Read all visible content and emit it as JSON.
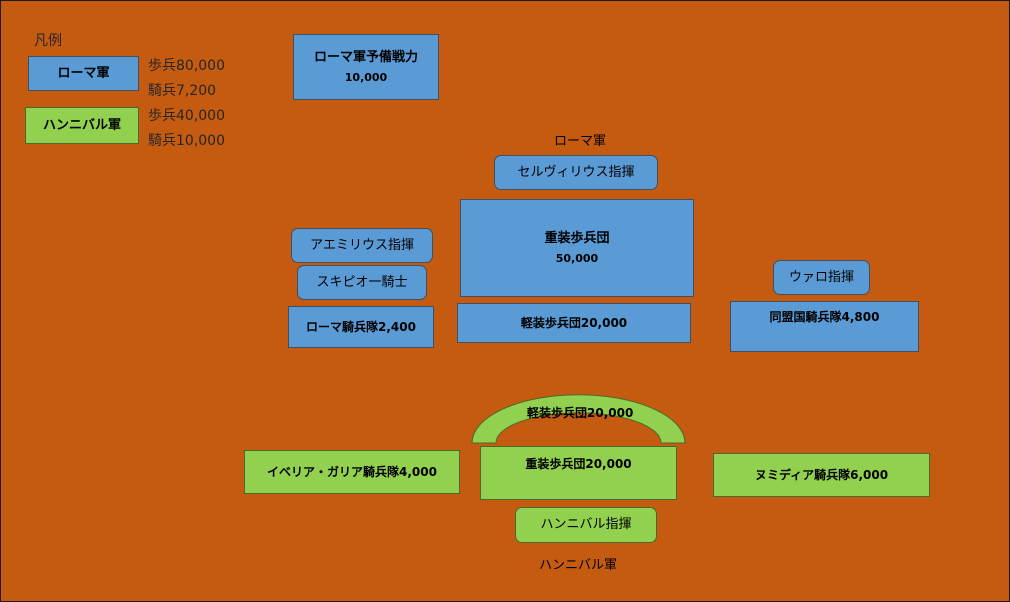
{
  "legend": {
    "title": "凡例",
    "roman": {
      "label": "ローマ軍",
      "infantry": "歩兵80,000",
      "cavalry": "騎兵7,200"
    },
    "hannibal": {
      "label": "ハンニバル軍",
      "infantry": "歩兵40,000",
      "cavalry": "騎兵10,000"
    }
  },
  "roman": {
    "army_label": "ローマ軍",
    "reserve": {
      "name": "ローマ軍予備戦力",
      "count": "10,000"
    },
    "servilius": "セルヴィリウス指揮",
    "heavy_infantry": {
      "name": "重装歩兵団",
      "count": "50,000"
    },
    "light_infantry": "軽装歩兵団20,000",
    "aemilius": "アエミリウス指揮",
    "scipio": "スキピオ一騎士",
    "cavalry": "ローマ騎兵隊2,400",
    "varro": "ウァロ指揮",
    "allied_cavalry": "同盟国騎兵隊4,800"
  },
  "hannibal": {
    "army_label": "ハンニバル軍",
    "light_infantry": "軽装歩兵団20,000",
    "heavy_infantry": "重装歩兵団20,000",
    "iberian_gallic_cavalry": "イベリア・ガリア騎兵隊4,000",
    "numidian_cavalry": "ヌミディア騎兵隊6,000",
    "hannibal_command": "ハンニバル指揮"
  },
  "colors": {
    "background": "#c55a11",
    "roman_fill": "#5b9bd5",
    "hannibal_fill": "#92d050"
  }
}
